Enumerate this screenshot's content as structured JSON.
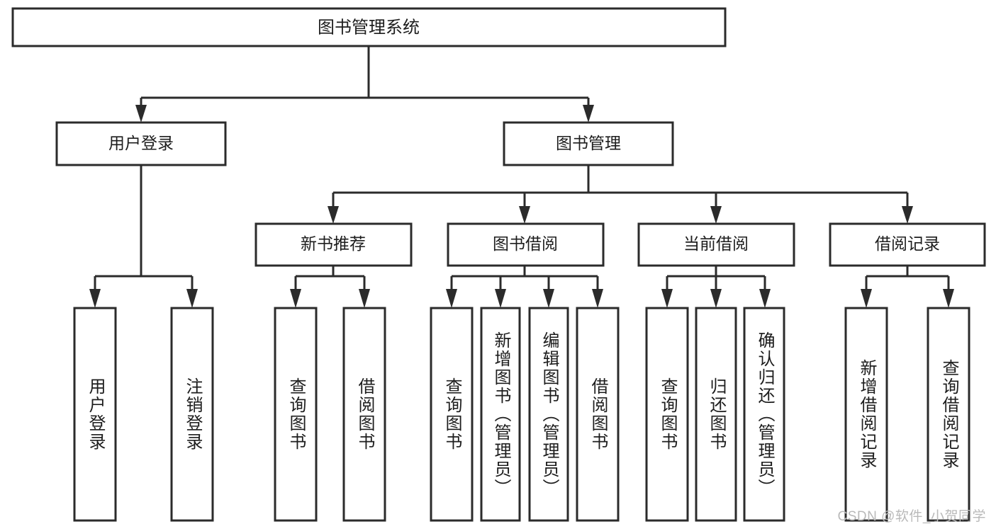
{
  "diagram": {
    "type": "tree",
    "title": "图书管理系统",
    "watermark": "CSDN @软件_小贺同学",
    "colors": {
      "stroke": "#2b2b2b",
      "box_fill": "#ffffff",
      "text": "#1d1d1d",
      "background": "#ffffff",
      "watermark": "#b9b9b9"
    },
    "root": {
      "label": "图书管理系统"
    },
    "level2": [
      {
        "label": "用户登录"
      },
      {
        "label": "图书管理"
      }
    ],
    "level3": [
      {
        "label": "新书推荐"
      },
      {
        "label": "图书借阅"
      },
      {
        "label": "当前借阅"
      },
      {
        "label": "借阅记录"
      }
    ],
    "leaves": {
      "user_login": [
        {
          "label": "用户登录"
        },
        {
          "label": "注销登录"
        }
      ],
      "new_book_recommend": [
        {
          "label": "查询图书"
        },
        {
          "label": "借阅图书"
        }
      ],
      "book_borrow": [
        {
          "label": "查询图书"
        },
        {
          "label": "新增图书（管理员）"
        },
        {
          "label": "编辑图书（管理员）"
        },
        {
          "label": "借阅图书"
        }
      ],
      "current_borrow": [
        {
          "label": "查询图书"
        },
        {
          "label": "归还图书"
        },
        {
          "label": "确认归还（管理员）"
        }
      ],
      "borrow_record": [
        {
          "label": "新增借阅记录"
        },
        {
          "label": "查询借阅记录"
        }
      ]
    }
  }
}
